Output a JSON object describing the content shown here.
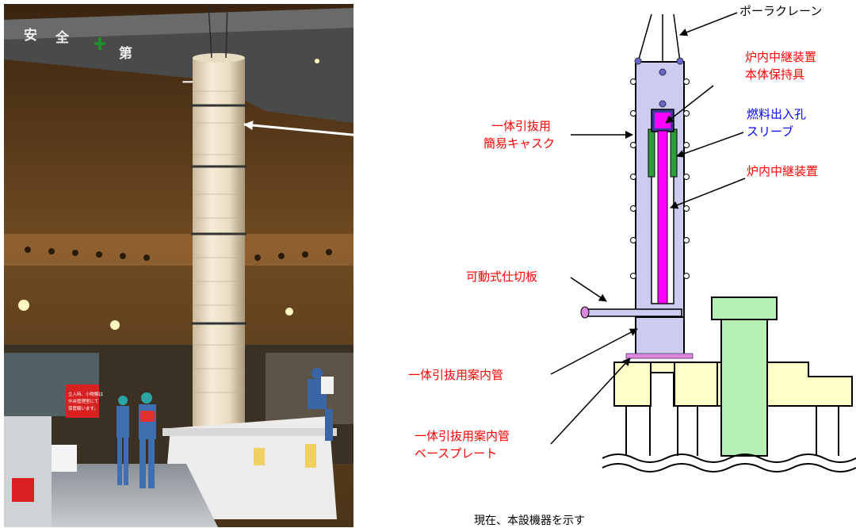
{
  "photo": {
    "sign_banner": [
      "安",
      "全",
      "第",
      "一"
    ],
    "warning_sign": [
      "立入時、小物類は",
      "中央管理室にて",
      "保管願います。"
    ]
  },
  "labels": {
    "polar_crane": "ポーラクレーン",
    "holder_line1": "炉内中継装置",
    "holder_line2": "本体保持具",
    "sleeve_line1": "燃料出入孔",
    "sleeve_line2": "スリーブ",
    "relay_device": "炉内中継装置",
    "cask_line1": "一体引抜用",
    "cask_line2": "簡易キャスク",
    "partition": "可動式仕切板",
    "guide_tube": "一体引抜用案内管",
    "base_line1": "一体引抜用案内管",
    "base_line2": "ベースプレート"
  },
  "caption": "現在、本設機器を示す",
  "colors": {
    "red_label": "#ff0000",
    "blue_label": "#0000ff",
    "cask_fill": "#ccccf0",
    "relay_device": "#ff00ff",
    "sleeve": "#2e9e3a",
    "floor_fill": "#ffffc8",
    "column_fill": "#b6f0b6"
  }
}
